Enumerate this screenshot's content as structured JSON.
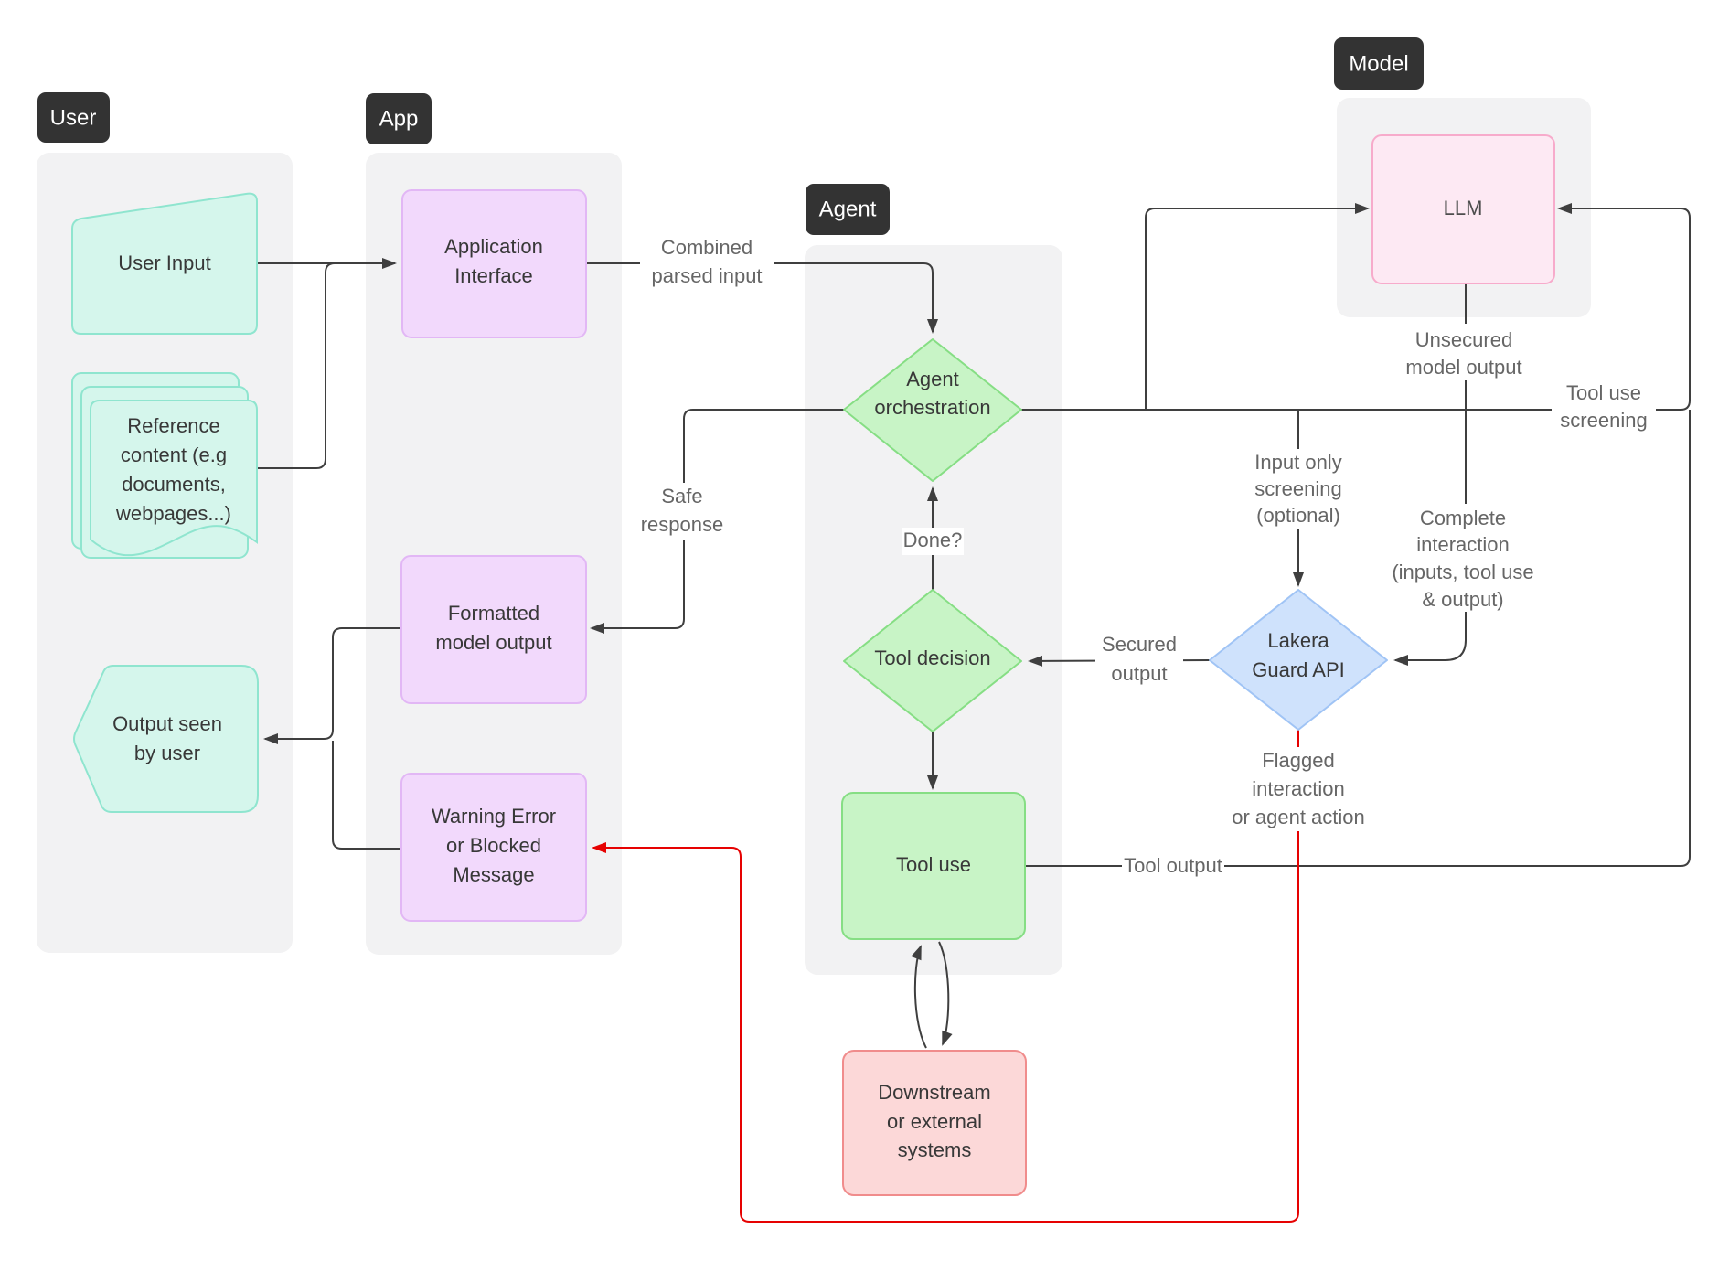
{
  "badges": {
    "user": "User",
    "app": "App",
    "agent": "Agent",
    "model": "Model"
  },
  "nodes": {
    "user_input": {
      "label": "User Input"
    },
    "reference": {
      "lines": [
        "Reference",
        "content (e.g",
        "documents,",
        "webpages...)"
      ]
    },
    "output_seen": {
      "lines": [
        "Output seen",
        "by user"
      ]
    },
    "app_interface": {
      "lines": [
        "Application",
        "Interface"
      ]
    },
    "formatted_output": {
      "lines": [
        "Formatted",
        "model output"
      ]
    },
    "warning": {
      "lines": [
        "Warning Error",
        "or Blocked",
        "Message"
      ]
    },
    "llm": {
      "label": "LLM"
    },
    "agent_orchestration": {
      "lines": [
        "Agent",
        "orchestration"
      ]
    },
    "tool_decision": {
      "label": "Tool decision"
    },
    "tool_use": {
      "label": "Tool use"
    },
    "lakera": {
      "lines": [
        "Lakera",
        "Guard API"
      ]
    },
    "downstream": {
      "lines": [
        "Downstream",
        "or external",
        "systems"
      ]
    }
  },
  "edge_labels": {
    "combined": [
      "Combined",
      "parsed input"
    ],
    "safe": [
      "Safe",
      "response"
    ],
    "done": "Done?",
    "secured": [
      "Secured",
      "output"
    ],
    "unsecured": [
      "Unsecured",
      "model output"
    ],
    "tool_screening": [
      "Tool use",
      "screening"
    ],
    "input_only": [
      "Input only",
      "screening",
      "(optional)"
    ],
    "complete": [
      "Complete",
      "interaction",
      "(inputs, tool use",
      "& output)"
    ],
    "flagged": [
      "Flagged",
      "interaction",
      "or agent action"
    ],
    "tool_output": "Tool output"
  },
  "colors": {
    "badge_bg": "#333333",
    "panel_bg": "#f2f2f3",
    "teal_fill": "#d5f6ec",
    "teal_border": "#8fe5cf",
    "purple_fill": "#f2d9fc",
    "purple_border": "#e2b7f5",
    "pink_fill": "#fde9f3",
    "pink_border": "#f7abcb",
    "green_fill": "#c8f4c6",
    "green_border": "#86de84",
    "blue_fill": "#cfe2fc",
    "blue_border": "#a0c4f5",
    "red_fill": "#fcd8d8",
    "red_border": "#f08c8c",
    "edge_color": "#3f3f3f",
    "alert_edge_color": "#e60202",
    "label_text": "#666666",
    "node_text": "#383838"
  }
}
